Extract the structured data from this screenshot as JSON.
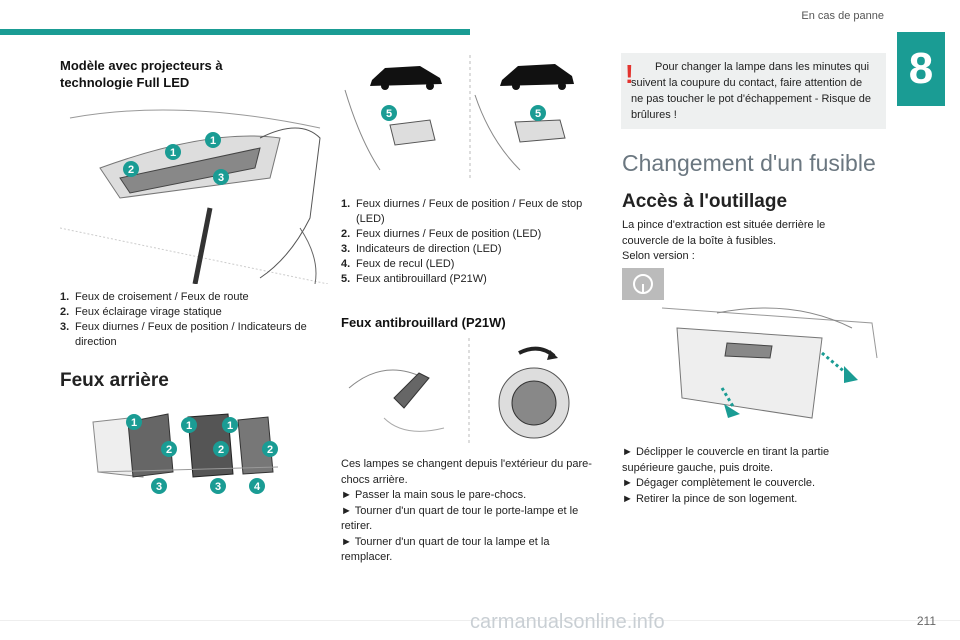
{
  "header": {
    "section": "En cas de panne",
    "chapter": "8"
  },
  "col1": {
    "heading_led": "Modèle avec projecteurs à technologie Full LED",
    "front_items": [
      {
        "n": "1.",
        "text": "Feux de croisement / Feux de route"
      },
      {
        "n": "2.",
        "text": "Feux éclairage virage statique"
      },
      {
        "n": "3.",
        "text": "Feux diurnes / Feux de position / Indicateurs de direction"
      }
    ],
    "heading_rear": "Feux arrière",
    "badges_front": [
      "1",
      "1",
      "2",
      "3"
    ],
    "badges_rear": [
      "1",
      "1",
      "1",
      "2",
      "2",
      "2",
      "3",
      "3",
      "4"
    ]
  },
  "col2": {
    "badge": "5",
    "rear_items": [
      {
        "n": "1.",
        "text": "Feux diurnes / Feux de position / Feux de stop (LED)"
      },
      {
        "n": "2.",
        "text": "Feux diurnes / Feux de position (LED)"
      },
      {
        "n": "3.",
        "text": "Indicateurs de direction (LED)"
      },
      {
        "n": "4.",
        "text": "Feux de recul (LED)"
      },
      {
        "n": "5.",
        "text": "Feux antibrouillard (P21W)"
      }
    ],
    "heading_fog": "Feux antibrouillard (P21W)",
    "para": [
      "Ces lampes se changent depuis l'extérieur du pare-chocs arrière.",
      "► Passer la main sous le pare-chocs.",
      "► Tourner d'un quart de tour le porte-lampe et le retirer.",
      "► Tourner d'un quart de tour la lampe et la remplacer."
    ]
  },
  "col3": {
    "warning": "Pour changer la lampe dans les minutes qui suivent la coupure du contact, faire attention de ne pas toucher le pot d'échappement - Risque de brûlures !",
    "heading_fuse": "Changement d'un fusible",
    "heading_tools": "Accès à l'outillage",
    "intro": [
      "La pince d'extraction est située derrière le couvercle de la boîte à fusibles.",
      "Selon version :"
    ],
    "steps": [
      "► Déclipper le couvercle en tirant la partie supérieure gauche, puis droite.",
      "► Dégager complètement le couvercle.",
      "► Retirer la pince de son logement."
    ]
  },
  "footer": {
    "page": "211",
    "watermark": "carmanualsonline.info"
  },
  "colors": {
    "accent": "#1a9c94",
    "badge": "#1a9c94",
    "warning": "#e3342f"
  }
}
